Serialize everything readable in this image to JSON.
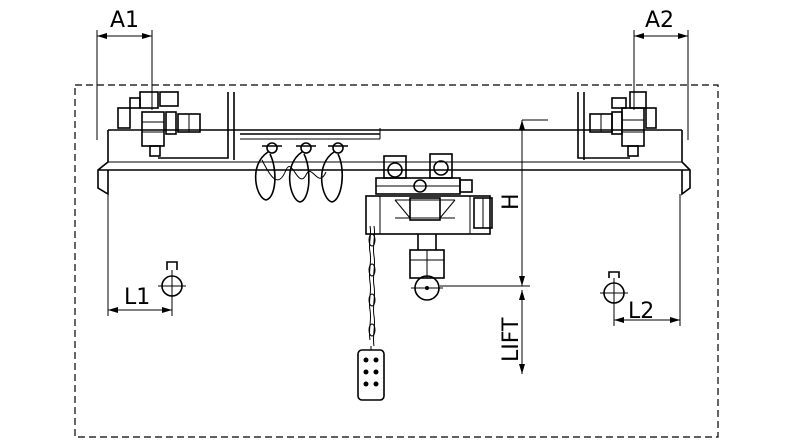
{
  "labels": {
    "a1": "A1",
    "a2": "A2",
    "l1": "L1",
    "l2": "L2",
    "h": "H",
    "lift": "LIFT"
  }
}
